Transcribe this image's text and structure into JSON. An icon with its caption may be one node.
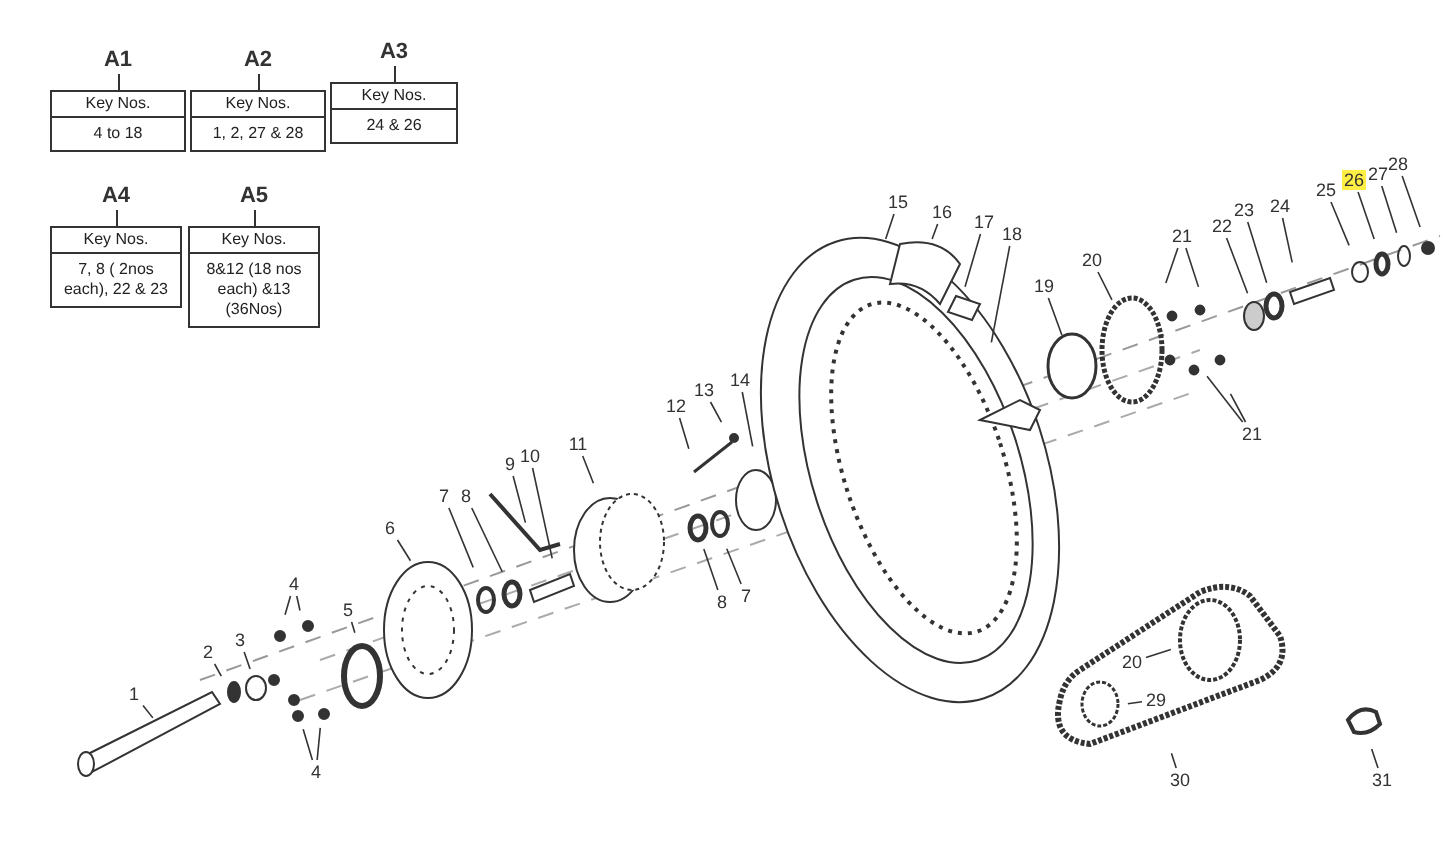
{
  "diagram": {
    "nodes": [
      {
        "text": [
          "A1",
          "Key Nos.",
          "4 to 18"
        ]
      },
      {
        "text": [
          "A2",
          "Key Nos.",
          "1, 2, 27 & 28"
        ]
      },
      {
        "text": [
          "A3",
          "Key Nos.",
          "24 & 26"
        ]
      },
      {
        "text": [
          "A4",
          "Key Nos.",
          "7, 8 ( 2nos each), 22 & 23"
        ]
      },
      {
        "text": [
          "A5",
          "Key Nos.",
          "8&12 (18 nos each) &13 (36Nos)"
        ]
      },
      {
        "text": [
          "1"
        ]
      },
      {
        "text": [
          "2"
        ]
      },
      {
        "text": [
          "3"
        ]
      },
      {
        "text": [
          "4"
        ]
      },
      {
        "text": [
          "5"
        ]
      },
      {
        "text": [
          "4"
        ]
      },
      {
        "text": [
          "6"
        ]
      },
      {
        "text": [
          "7"
        ]
      },
      {
        "text": [
          "8"
        ]
      },
      {
        "text": [
          "9"
        ]
      },
      {
        "text": [
          "10"
        ]
      },
      {
        "text": [
          "11"
        ]
      },
      {
        "text": [
          "12"
        ]
      },
      {
        "text": [
          "13"
        ]
      },
      {
        "text": [
          "14"
        ]
      },
      {
        "text": [
          "8"
        ]
      },
      {
        "text": [
          "7"
        ]
      },
      {
        "text": [
          "15"
        ]
      },
      {
        "text": [
          "16"
        ]
      },
      {
        "text": [
          "17"
        ]
      },
      {
        "text": [
          "18"
        ]
      },
      {
        "text": [
          "19"
        ]
      },
      {
        "text": [
          "20"
        ]
      },
      {
        "text": [
          "21"
        ]
      },
      {
        "text": [
          "22"
        ]
      },
      {
        "text": [
          "23"
        ]
      },
      {
        "text": [
          "24"
        ]
      },
      {
        "text": [
          "21"
        ]
      },
      {
        "text": [
          "25"
        ]
      },
      {
        "text": [
          "26"
        ]
      },
      {
        "text": [
          "27"
        ]
      },
      {
        "text": [
          "28"
        ]
      },
      {
        "text": [
          "20"
        ]
      },
      {
        "text": [
          "29"
        ]
      },
      {
        "text": [
          "30"
        ]
      },
      {
        "text": [
          "31"
        ]
      }
    ],
    "edges": [
      {
        "from": 5,
        "to": null,
        "arrow": "none"
      },
      {
        "from": 6,
        "to": null,
        "arrow": "none"
      },
      {
        "from": 7,
        "to": null,
        "arrow": "none"
      },
      {
        "from": 8,
        "to": null,
        "arrow": "none"
      },
      {
        "from": 8,
        "to": null,
        "arrow": "none"
      },
      {
        "from": 9,
        "to": null,
        "arrow": "none"
      },
      {
        "from": 10,
        "to": null,
        "arrow": "none"
      },
      {
        "from": 10,
        "to": null,
        "arrow": "none"
      },
      {
        "from": 11,
        "to": null,
        "arrow": "none"
      },
      {
        "from": 12,
        "to": null,
        "arrow": "none"
      },
      {
        "from": 13,
        "to": null,
        "arrow": "none"
      },
      {
        "from": 14,
        "to": null,
        "arrow": "none"
      },
      {
        "from": 15,
        "to": null,
        "arrow": "none"
      },
      {
        "from": 16,
        "to": null,
        "arrow": "none"
      },
      {
        "from": 17,
        "to": null,
        "arrow": "none"
      },
      {
        "from": 18,
        "to": null,
        "arrow": "none"
      },
      {
        "from": 19,
        "to": null,
        "arrow": "none"
      },
      {
        "from": 20,
        "to": null,
        "arrow": "none"
      },
      {
        "from": 21,
        "to": null,
        "arrow": "none"
      },
      {
        "from": 22,
        "to": null,
        "arrow": "none"
      },
      {
        "from": 23,
        "to": null,
        "arrow": "none"
      },
      {
        "from": 24,
        "to": null,
        "arrow": "none"
      },
      {
        "from": 25,
        "to": null,
        "arrow": "none"
      },
      {
        "from": 26,
        "to": null,
        "arrow": "none"
      },
      {
        "from": 27,
        "to": null,
        "arrow": "none"
      },
      {
        "from": 28,
        "to": null,
        "arrow": "none"
      },
      {
        "from": 28,
        "to": null,
        "arrow": "none"
      },
      {
        "from": 29,
        "to": null,
        "arrow": "none"
      },
      {
        "from": 30,
        "to": null,
        "arrow": "none"
      },
      {
        "from": 31,
        "to": null,
        "arrow": "none"
      },
      {
        "from": 32,
        "to": null,
        "arrow": "none"
      },
      {
        "from": 32,
        "to": null,
        "arrow": "none"
      },
      {
        "from": 33,
        "to": null,
        "arrow": "none"
      },
      {
        "from": 34,
        "to": null,
        "arrow": "none"
      },
      {
        "from": 35,
        "to": null,
        "arrow": "none"
      },
      {
        "from": 36,
        "to": null,
        "arrow": "none"
      },
      {
        "from": 37,
        "to": null,
        "arrow": "none"
      },
      {
        "from": 38,
        "to": null,
        "arrow": "none"
      },
      {
        "from": 39,
        "to": null,
        "arrow": "none"
      },
      {
        "from": 40,
        "to": null,
        "arrow": "none"
      }
    ]
  }
}
